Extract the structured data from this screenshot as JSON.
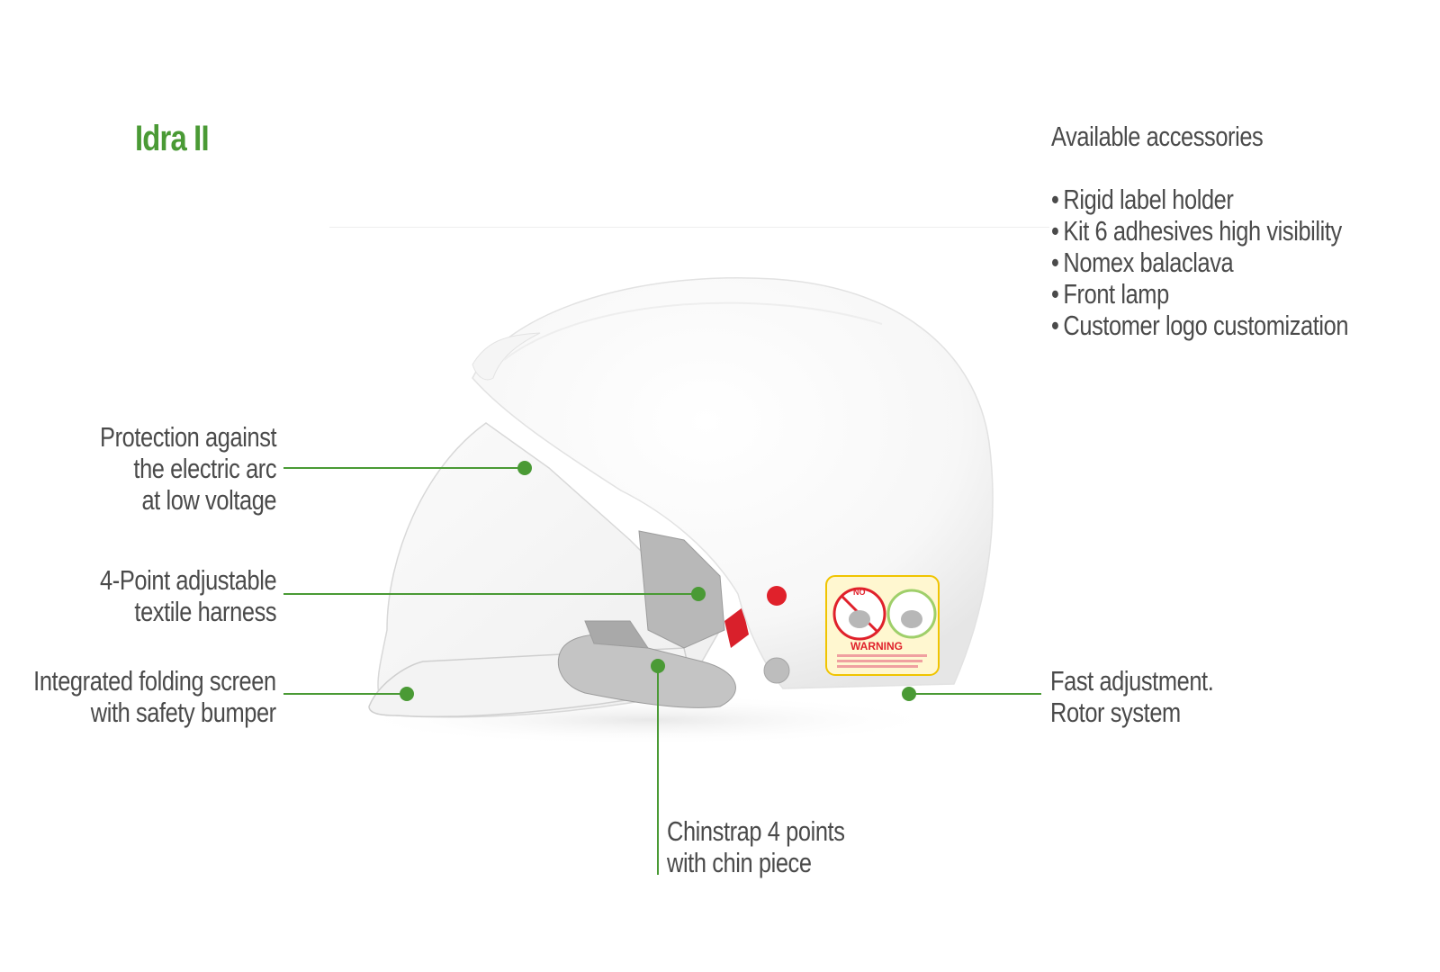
{
  "brand_color": "#4a9a35",
  "title": "Idra II",
  "accessories": {
    "heading": "Available accessories",
    "items": [
      "Rigid label holder",
      "Kit 6 adhesives high visibility",
      "Nomex balaclava",
      "Front lamp",
      "Customer logo customization"
    ]
  },
  "callouts": {
    "arc": [
      "Protection against",
      "the electric arc",
      "at low voltage"
    ],
    "harness": [
      "4-Point adjustable",
      "textile harness"
    ],
    "screen": [
      "Integrated folding screen",
      "with safety bumper"
    ],
    "rotor": [
      "Fast adjustment.",
      "Rotor system"
    ],
    "chinstrap": [
      "Chinstrap 4 points",
      "with chin piece"
    ]
  },
  "sticker_label": "WARNING",
  "sticker_no": "NO"
}
